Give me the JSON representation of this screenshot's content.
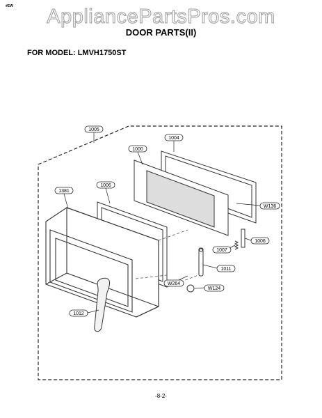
{
  "watermark": "AppliancePartsPros.com",
  "corner_mark": "#EW",
  "title": "DOOR PARTS(II)",
  "model_line": "FOR MODEL: LMVH1750ST",
  "page_number": "-8-2-",
  "callouts": {
    "c1005": "1005",
    "c1004": "1004",
    "c1000": "1000",
    "c1006a": "1006",
    "c1381": "1381",
    "cW136": "W136",
    "c1006b": "1006",
    "c1007": "1007",
    "c1011": "1011",
    "cW264": "W264",
    "cW124": "W124",
    "c1012": "1012"
  }
}
